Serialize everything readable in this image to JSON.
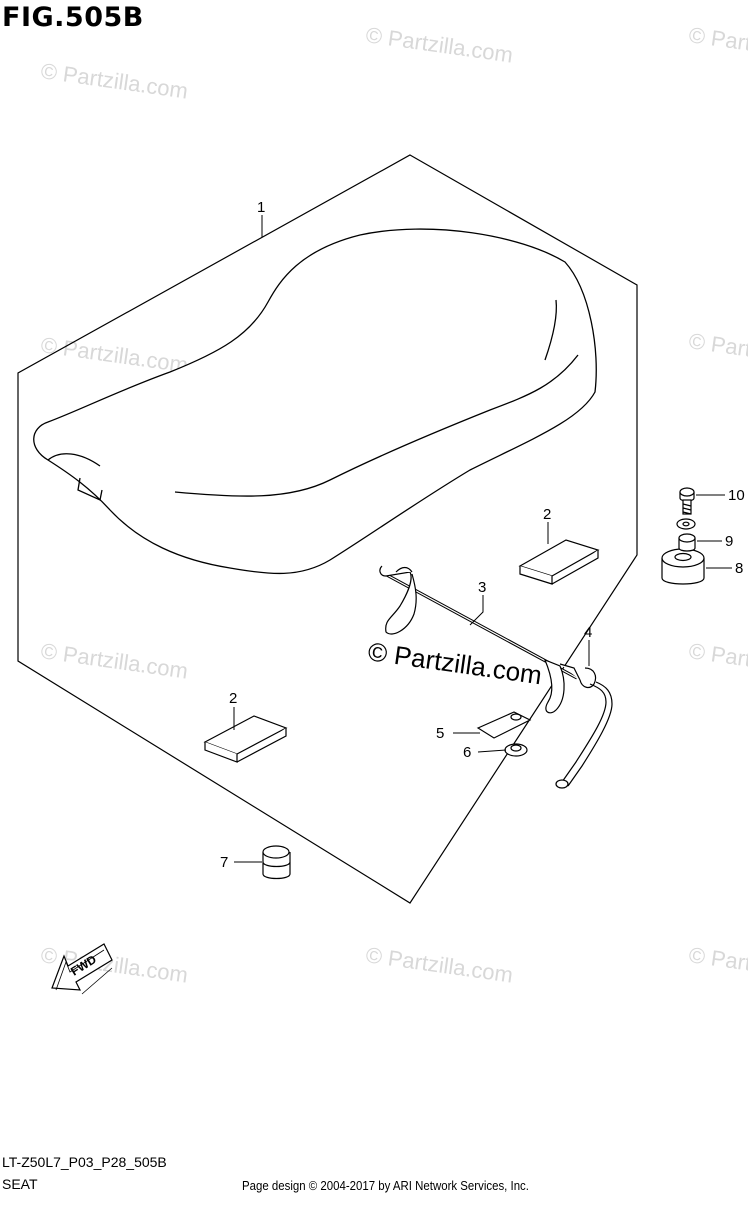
{
  "figure": {
    "title": "FIG.505B",
    "drawing_code": "LT-Z50L7_P03_P28_505B",
    "assembly_name": "SEAT",
    "copyright": "Page design © 2004-2017 by ARI Network Services, Inc."
  },
  "watermark": {
    "text": "© Partzilla.com",
    "main_text": "© Partzilla.com"
  },
  "callouts": [
    "1",
    "2",
    "2",
    "3",
    "4",
    "5",
    "6",
    "7",
    "8",
    "9",
    "10"
  ],
  "fwd_label": "FWD"
}
